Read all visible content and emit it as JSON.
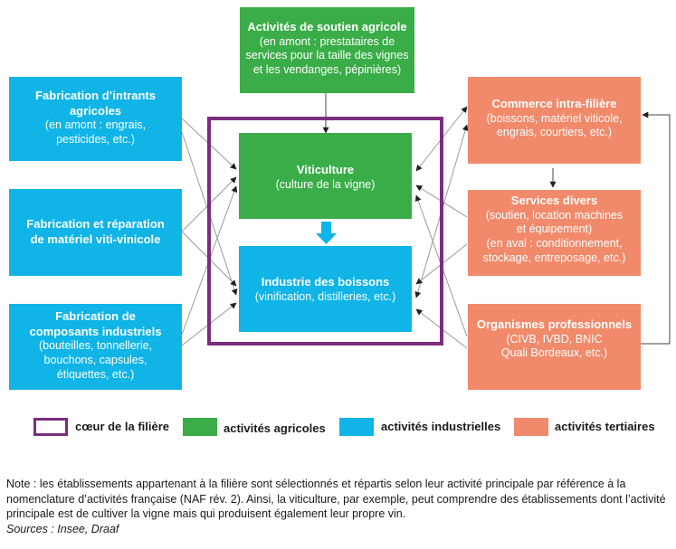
{
  "boxes": {
    "soutien": {
      "title": "Activités de soutien agricole",
      "sub": "(en amont : prestataires de\nservices pour la taille des vignes\net les vendanges, pépinières)"
    },
    "intrants": {
      "title": "Fabrication d’intrants\nagricoles",
      "sub": "(en amont : engrais,\npesticides, etc.)"
    },
    "reparation": {
      "title": "Fabrication et réparation\nde matériel viti-vinicole",
      "sub": ""
    },
    "composants": {
      "title": "Fabrication de\ncomposants industriels",
      "sub": "(bouteilles, tonnellerie,\nbouchons, capsules,\nétiquettes, etc.)"
    },
    "viticulture": {
      "title": "Viticulture",
      "sub": "(culture de la vigne)"
    },
    "industrie": {
      "title": "Industrie des boissons",
      "sub": "(vinification, distilleries, etc.)"
    },
    "commerce": {
      "title": "Commerce intra-filière",
      "sub": "(boissons, matériel viticole,\nengrais, courtiers, etc.)"
    },
    "services": {
      "title": "Services divers",
      "sub": "(soutien, location machines\net équipement)\n(en aval : conditionnement,\nstockage, entreposage, etc.)"
    },
    "organismes": {
      "title": "Organismes professionnels",
      "sub": "(CIVB, IVBD, BNIC\nQuali Bordeaux, etc.)"
    }
  },
  "legend": {
    "core": "cœur de la filière",
    "agricole": "activités agricoles",
    "industrielle": "activités industrielles",
    "tertiaire": "activités tertiaires"
  },
  "colors": {
    "agricole": "#3aad48",
    "industrielle": "#10b4e6",
    "tertiaire": "#f08a6b",
    "core": "#7b2d7e"
  },
  "note": {
    "text": "Note : les établissements appartenant à la filière sont sélectionnés et répartis selon leur activité principale par référence à la nomenclature d’activités française (NAF rév. 2). Ainsi, la viticulture, par exemple, peut comprendre des établissements dont l’activité principale est de cultiver la vigne mais qui produisent également leur propre vin.",
    "sources": "Sources : Insee, Draaf"
  }
}
